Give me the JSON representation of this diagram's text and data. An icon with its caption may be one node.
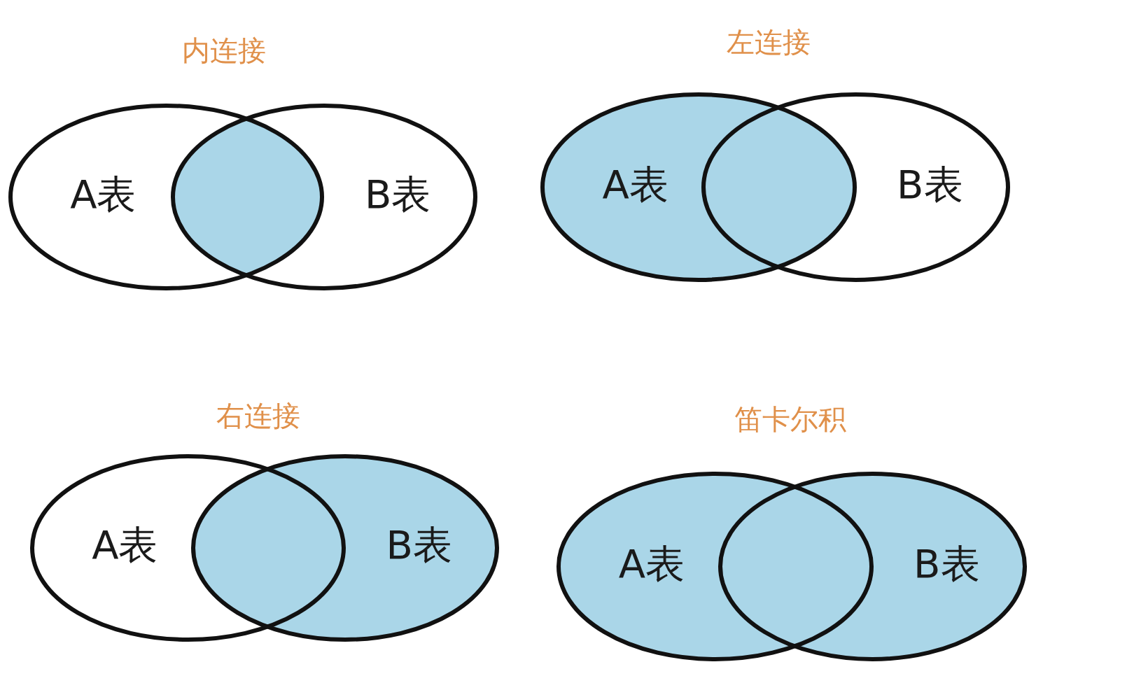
{
  "diagram": {
    "nodes": [
      {
        "text": [
          "A表"
        ]
      },
      {
        "text": [
          "B表"
        ]
      },
      {
        "text": [
          "A表"
        ]
      },
      {
        "text": [
          "B表"
        ]
      },
      {
        "text": [
          "A表"
        ]
      },
      {
        "text": [
          "B表"
        ]
      },
      {
        "text": [
          "A表"
        ]
      },
      {
        "text": [
          "B表"
        ]
      }
    ],
    "labels": [
      "内连接",
      "左连接",
      "右连接",
      "笛卡尔积"
    ]
  }
}
